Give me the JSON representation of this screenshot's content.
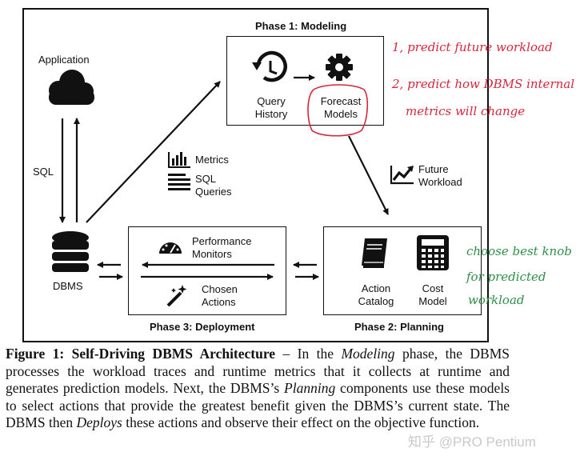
{
  "diagram": {
    "application_label": "Application",
    "sql_label": "SQL",
    "dbms_label": "DBMS",
    "metrics_label": "Metrics",
    "sql_queries_label_line1": "SQL",
    "sql_queries_label_line2": "Queries",
    "future_workload_line1": "Future",
    "future_workload_line2": "Workload",
    "phase1": {
      "title": "Phase 1: Modeling",
      "query_history_line1": "Query",
      "query_history_line2": "History",
      "forecast_models_line1": "Forecast",
      "forecast_models_line2": "Models"
    },
    "phase2": {
      "title": "Phase 2: Planning",
      "action_catalog_line1": "Action",
      "action_catalog_line2": "Catalog",
      "cost_model_line1": "Cost",
      "cost_model_line2": "Model"
    },
    "phase3": {
      "title": "Phase 3: Deployment",
      "performance_monitors_line1": "Performance",
      "performance_monitors_line2": "Monitors",
      "chosen_actions_line1": "Chosen",
      "chosen_actions_line2": "Actions"
    }
  },
  "annotations": {
    "red_line1": "1, predict future workload",
    "red_line2": "2, predict how DBMS internal",
    "red_line3": "metrics will change",
    "green_line1": "choose best knob",
    "green_line2": "for predicted",
    "green_line3": "workload",
    "red_color": "#d6263b",
    "green_color": "#2f8f46"
  },
  "caption": {
    "figure_label": "Figure 1: Self-Driving DBMS Architecture",
    "dash": " – In the ",
    "modeling_word": "Modeling",
    "text1": " phase, the DBMS processes the workload traces and runtime metrics that it collects at runtime and generates prediction models. Next, the DBMS’s ",
    "planning_word": "Planning",
    "text2": " components use these models to select actions that provide the greatest benefit given the DBMS’s current state. The DBMS then ",
    "deploys_word": "Deploys",
    "text3": " these actions and observe their effect on the objective function."
  },
  "watermark": "知乎 @PRO Pentium"
}
